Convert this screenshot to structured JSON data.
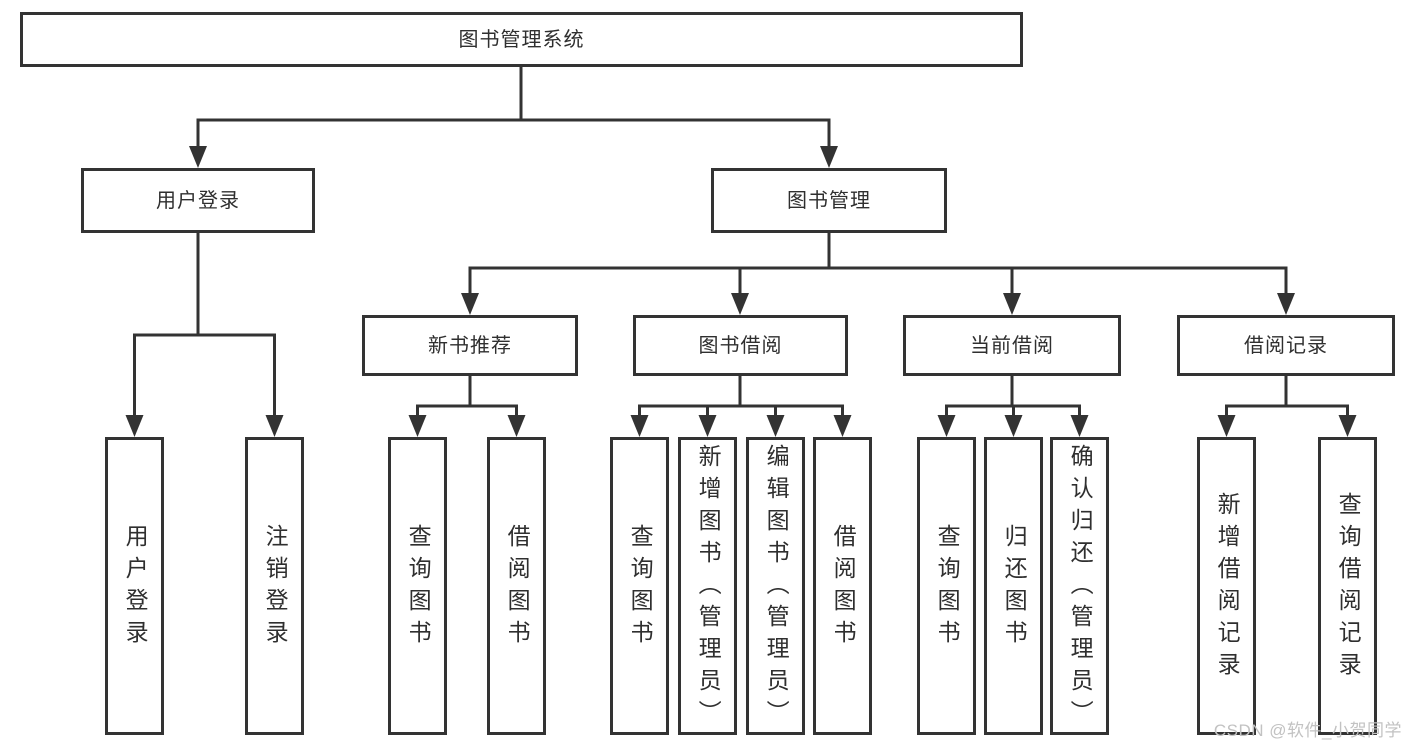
{
  "diagram": {
    "type": "hierarchy-tree",
    "colors": {
      "line": "#333333",
      "box_border": "#333333",
      "box_background": "#ffffff",
      "text": "#2f2f2f",
      "watermark": "#c2c2c2"
    },
    "tree": {
      "root": {
        "label": "图书管理系统"
      },
      "level2": [
        {
          "label": "用户登录",
          "children": [
            {
              "label": "用户登录"
            },
            {
              "label": "注销登录"
            }
          ]
        },
        {
          "label": "图书管理",
          "children": [
            {
              "label": "新书推荐",
              "children": [
                {
                  "label": "查询图书"
                },
                {
                  "label": "借阅图书"
                }
              ]
            },
            {
              "label": "图书借阅",
              "children": [
                {
                  "label": "查询图书"
                },
                {
                  "label": "新增图书（管理员）"
                },
                {
                  "label": "编辑图书（管理员）"
                },
                {
                  "label": "借阅图书"
                }
              ]
            },
            {
              "label": "当前借阅",
              "children": [
                {
                  "label": "查询图书"
                },
                {
                  "label": "归还图书"
                },
                {
                  "label": "确认归还（管理员）"
                }
              ]
            },
            {
              "label": "借阅记录",
              "children": [
                {
                  "label": "新增借阅记录"
                },
                {
                  "label": "查询借阅记录"
                }
              ]
            }
          ]
        }
      ]
    },
    "watermark": {
      "text": "CSDN @软件_小贺同学"
    }
  }
}
